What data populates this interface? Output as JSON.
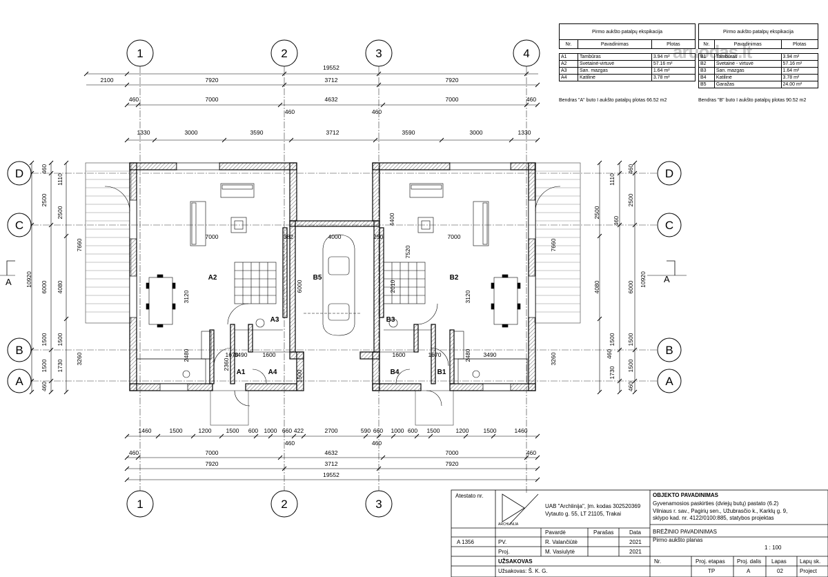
{
  "axes": {
    "columns": [
      "1",
      "2",
      "3",
      "4"
    ],
    "rows": [
      "D",
      "C",
      "B",
      "A"
    ],
    "section": "A"
  },
  "dims": {
    "top_overall": "19552",
    "top_left_offset": "2100",
    "top_row1": [
      "7920",
      "3712",
      "7920"
    ],
    "top_row2": [
      "460",
      "7000",
      "4632",
      "7000",
      "460"
    ],
    "top_row2_mid": [
      "460",
      "460"
    ],
    "top_row3": [
      "1330",
      "3000",
      "3590",
      "3712",
      "3590",
      "3000",
      "1330"
    ],
    "left_outer": [
      "460",
      "1110",
      "2500",
      "2500",
      "10920",
      "6000",
      "1500",
      "1500",
      "1730",
      "460"
    ],
    "left_inner": [
      "7660",
      "4080",
      "3260"
    ],
    "right_outer": [
      "460",
      "1110",
      "2500",
      "2500",
      "10920",
      "6000",
      "1500",
      "1500",
      "1730",
      "460"
    ],
    "right_inner": [
      "7660",
      "4080",
      "3260",
      "460",
      "460"
    ],
    "bottom_row1": [
      "1460",
      "1500",
      "1200",
      "1500",
      "600",
      "1000",
      "660",
      "422",
      "2700",
      "590",
      "660",
      "1000",
      "600",
      "1500",
      "1200",
      "1500",
      "1460"
    ],
    "bottom_row1_mid": [
      "460",
      "460"
    ],
    "bottom_row2": [
      "460",
      "7000",
      "4632",
      "7000",
      "460"
    ],
    "bottom_row3": [
      "7920",
      "3712",
      "7920"
    ],
    "bottom_overall": "19552",
    "interior": [
      "7000",
      "382",
      "4000",
      "250",
      "7000",
      "4400",
      "7520",
      "6000",
      "2010",
      "3120",
      "3120",
      "3490",
      "3490",
      "2480",
      "2480",
      "1670",
      "1670",
      "1600",
      "1600",
      "2360",
      "1500"
    ]
  },
  "rooms": [
    "A2",
    "A3",
    "A1",
    "A4",
    "B5",
    "B2",
    "B3",
    "B1",
    "B4"
  ],
  "table_a": {
    "title": "Pirmo aukšto patalpų ekspikacija",
    "headers": [
      "Nr.",
      "Pavadinimas",
      "Plotas"
    ],
    "rows": [
      [
        "A1",
        "Tambūras",
        "3.94 m²"
      ],
      [
        "A2",
        "Svetainė-virtuvė",
        "57.16 m²"
      ],
      [
        "A3",
        "San. mazgas",
        "1.64 m²"
      ],
      [
        "A4",
        "Katilinė",
        "3.78 m²"
      ]
    ],
    "total": "Bendras \"A\" buto I aukšto patalpų plotas 66.52 m2"
  },
  "table_b": {
    "title": "Pirmo aukšto patalpų ekspikacija",
    "headers": [
      "Nr.",
      "Pavadinimas",
      "Plotas"
    ],
    "rows": [
      [
        "B1",
        "Tambūras",
        "3.94 m²"
      ],
      [
        "B2",
        "Svetainė - virtuvė",
        "57.16 m²"
      ],
      [
        "B3",
        "San. mazgas",
        "1.64 m²"
      ],
      [
        "B4",
        "Katilinė",
        "3.78 m²"
      ],
      [
        "B5",
        "Garažas",
        "24.00 m²"
      ]
    ],
    "total": "Bendras \"B\" buto I aukšto patalpų plotas 90.52 m2"
  },
  "watermark": "aruodas.lt",
  "title_block": {
    "atestato": "Atestato nr.",
    "logo_text": "ARCHLINIJA",
    "company": "UAB \"Archlinija\", Įm. kodas 302520369",
    "address": "Vytauto g. 55, LT 21105, Trakai",
    "obj_header": "OBJEKTO PAVADINIMAS",
    "obj_line1": "Gyvenamosios paskirties (dviejų butų) pastato (6.2)",
    "obj_line2": "Vilniaus r. sav., Pagirių sen., Užubrasčio k., Karklų g. 9,",
    "obj_line3": "sklypo kad. nr. 4122/0100:885, statybos projektas",
    "col_pavarde": "Pavardė",
    "col_parasas": "Parašas",
    "col_data": "Data",
    "draw_header": "BRĖŽINIO PAVADINIMAS",
    "draw_name": "Pirmo aukšto planas",
    "scale": "1 : 100",
    "cert_no": "A 1356",
    "pv": "PV.",
    "pv_name": "R. Valančiūtė",
    "pv_date": "2021",
    "proj": "Proj.",
    "proj_name": "M. Vasiulytė",
    "proj_date": "2021",
    "uzsakovas_header": "UŽSAKOVAS",
    "uzsakovas": "Užsakovas: Š. K. G.",
    "footer_headers": [
      "Nr.",
      "Proj. etapas",
      "Proj. dalis",
      "Lapas",
      "Lapų sk."
    ],
    "footer_values": [
      "",
      "TP",
      "A",
      "02",
      "Project"
    ]
  }
}
